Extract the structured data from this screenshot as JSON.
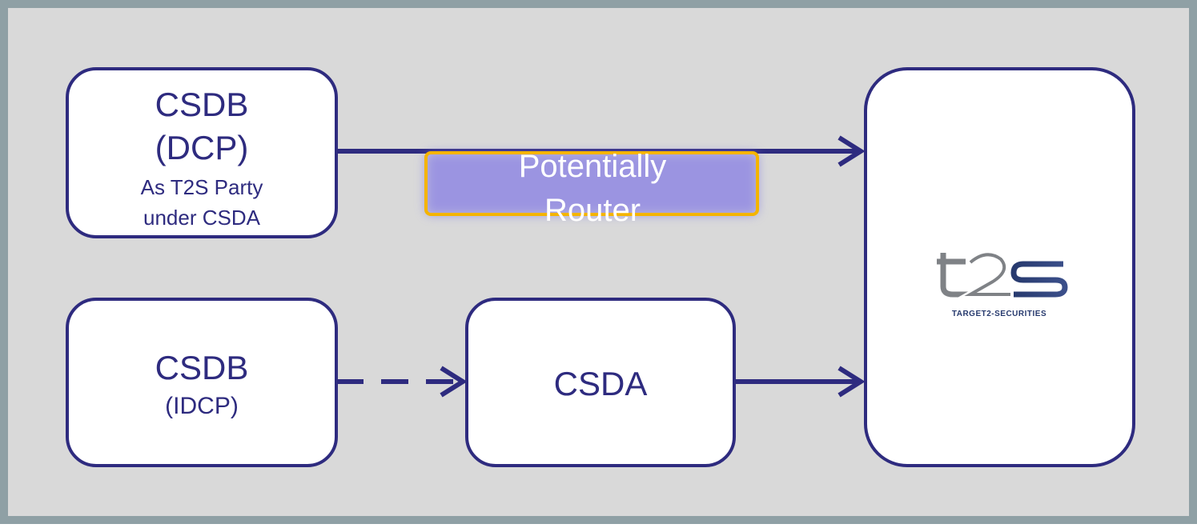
{
  "colors": {
    "frame_border": "#8fa0a5",
    "panel_background": "#d9d9d9",
    "box_fill": "#ffffff",
    "box_stroke": "#2e2b7f",
    "text": "#2e2b7f",
    "router_outline": "#f4b400",
    "router_glow": "#7a70e0",
    "router_text": "#ffffff",
    "logo_grey": "#7f8286",
    "logo_navy": "#273a6e"
  },
  "nodes": {
    "csdb_dcp": {
      "title": "CSDB",
      "subtitle": "(DCP)",
      "note_line1": "As T2S Party",
      "note_line2": "under CSDA"
    },
    "csdb_idcp": {
      "title": "CSDB",
      "subtitle": "(IDCP)"
    },
    "csda": {
      "title": "CSDA"
    },
    "t2s": {
      "logo_text": "t2s",
      "logo_caption": "TARGET2-SECURITIES"
    }
  },
  "router": {
    "line1": "Potentially",
    "line2": "Router"
  },
  "connections": [
    {
      "from": "CSDB (DCP)",
      "to": "T2S",
      "style": "solid"
    },
    {
      "from": "CSDB (IDCP)",
      "to": "CSDA",
      "style": "dashed"
    },
    {
      "from": "CSDA",
      "to": "T2S",
      "style": "solid"
    }
  ]
}
